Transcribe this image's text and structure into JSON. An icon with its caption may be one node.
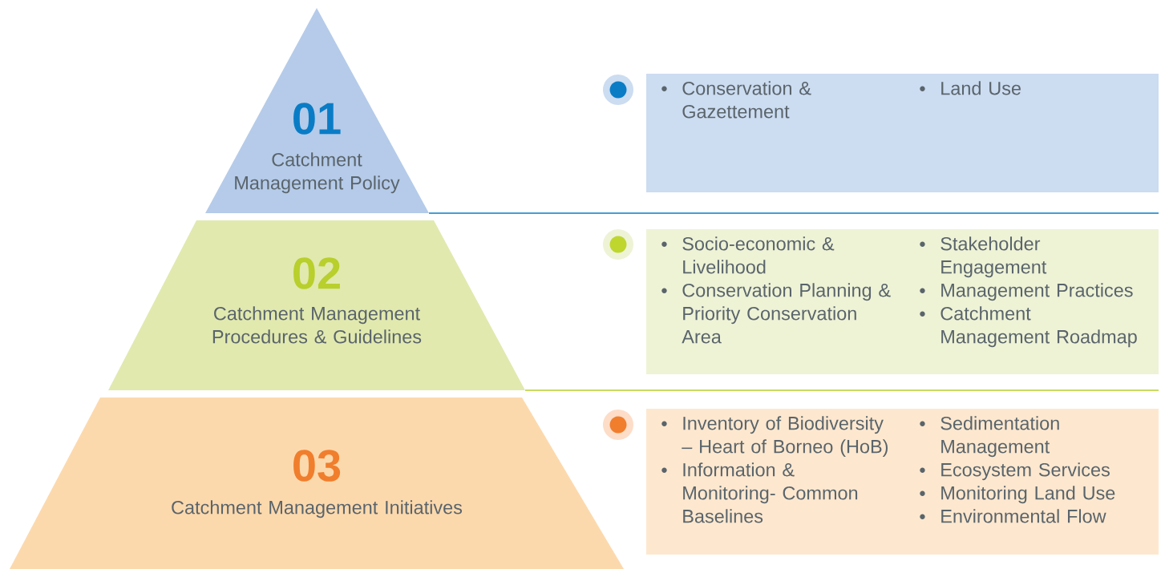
{
  "diagram": {
    "nodes": [
      {
        "text": [
          "01",
          "Catchment Management Policy"
        ]
      },
      {
        "text": [
          "02",
          "Catchment Management Procedures & Guidelines"
        ]
      },
      {
        "text": [
          "03",
          "Catchment Management Initiatives"
        ]
      },
      {
        "text": [
          "Conservation & Gazettement",
          "Land Use"
        ]
      },
      {
        "text": [
          "Socio-economic & Livelihood",
          "Conservation Planning & Priority Conservation Area",
          "Stakeholder Engagement",
          "Management Practices",
          "Catchment Management Roadmap"
        ]
      },
      {
        "text": [
          "Inventory of Biodiversity – Heart of Borneo (HoB)",
          "Information & Monitoring- Common Baselines",
          "Sedimentation Management",
          "Ecosystem Services",
          "Monitoring Land Use",
          "Environmental Flow"
        ]
      }
    ]
  }
}
